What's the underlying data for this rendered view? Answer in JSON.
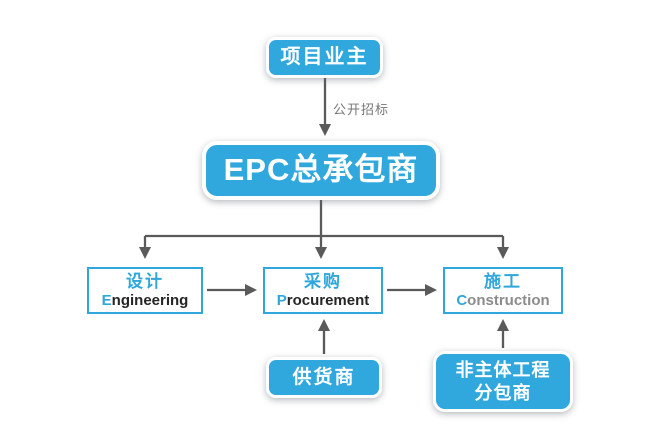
{
  "diagram": {
    "title_implied": "EPC 总承包模式流程图",
    "colors": {
      "accent_cyan": "#31a8dd",
      "outline_cyan": "#2fa7dc",
      "arrow_gray": "#5a5a5a",
      "edge_label_gray": "#767676",
      "en_dark": "#262626",
      "en_gray": "#8c8c8c",
      "background": "#ffffff"
    },
    "nodes": {
      "owner": {
        "label": "项目业主"
      },
      "epc": {
        "label": "EPC总承包商"
      },
      "engineering": {
        "zh": "设计",
        "en_first": "E",
        "en_rest": "ngineering"
      },
      "procurement": {
        "zh": "采购",
        "en_first": "P",
        "en_rest": "rocurement"
      },
      "construction": {
        "zh": "施工",
        "en_first": "C",
        "en_rest": "onstruction"
      },
      "supplier": {
        "label": "供货商"
      },
      "subcontractor": {
        "line1": "非主体工程",
        "line2": "分包商"
      }
    },
    "edges": {
      "owner_to_epc_label": "公开招标"
    }
  }
}
